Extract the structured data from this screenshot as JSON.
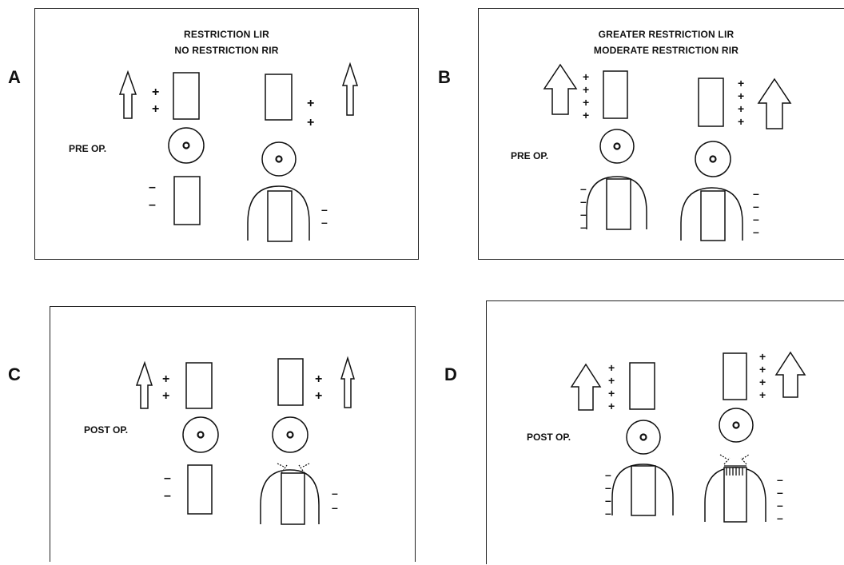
{
  "panels": {
    "a": {
      "letter": "A",
      "title_line1": "RESTRICTION LIR",
      "title_line2": "NO RESTRICTION RIR",
      "phase": "PRE OP."
    },
    "b": {
      "letter": "B",
      "title_line1": "GREATER RESTRICTION LIR",
      "title_line2": "MODERATE RESTRICTION RIR",
      "phase": "PRE OP."
    },
    "c": {
      "letter": "C",
      "phase": "POST OP."
    },
    "d": {
      "letter": "D",
      "phase": "POST OP."
    }
  },
  "marks": {
    "plus": "+",
    "minus": "–"
  }
}
